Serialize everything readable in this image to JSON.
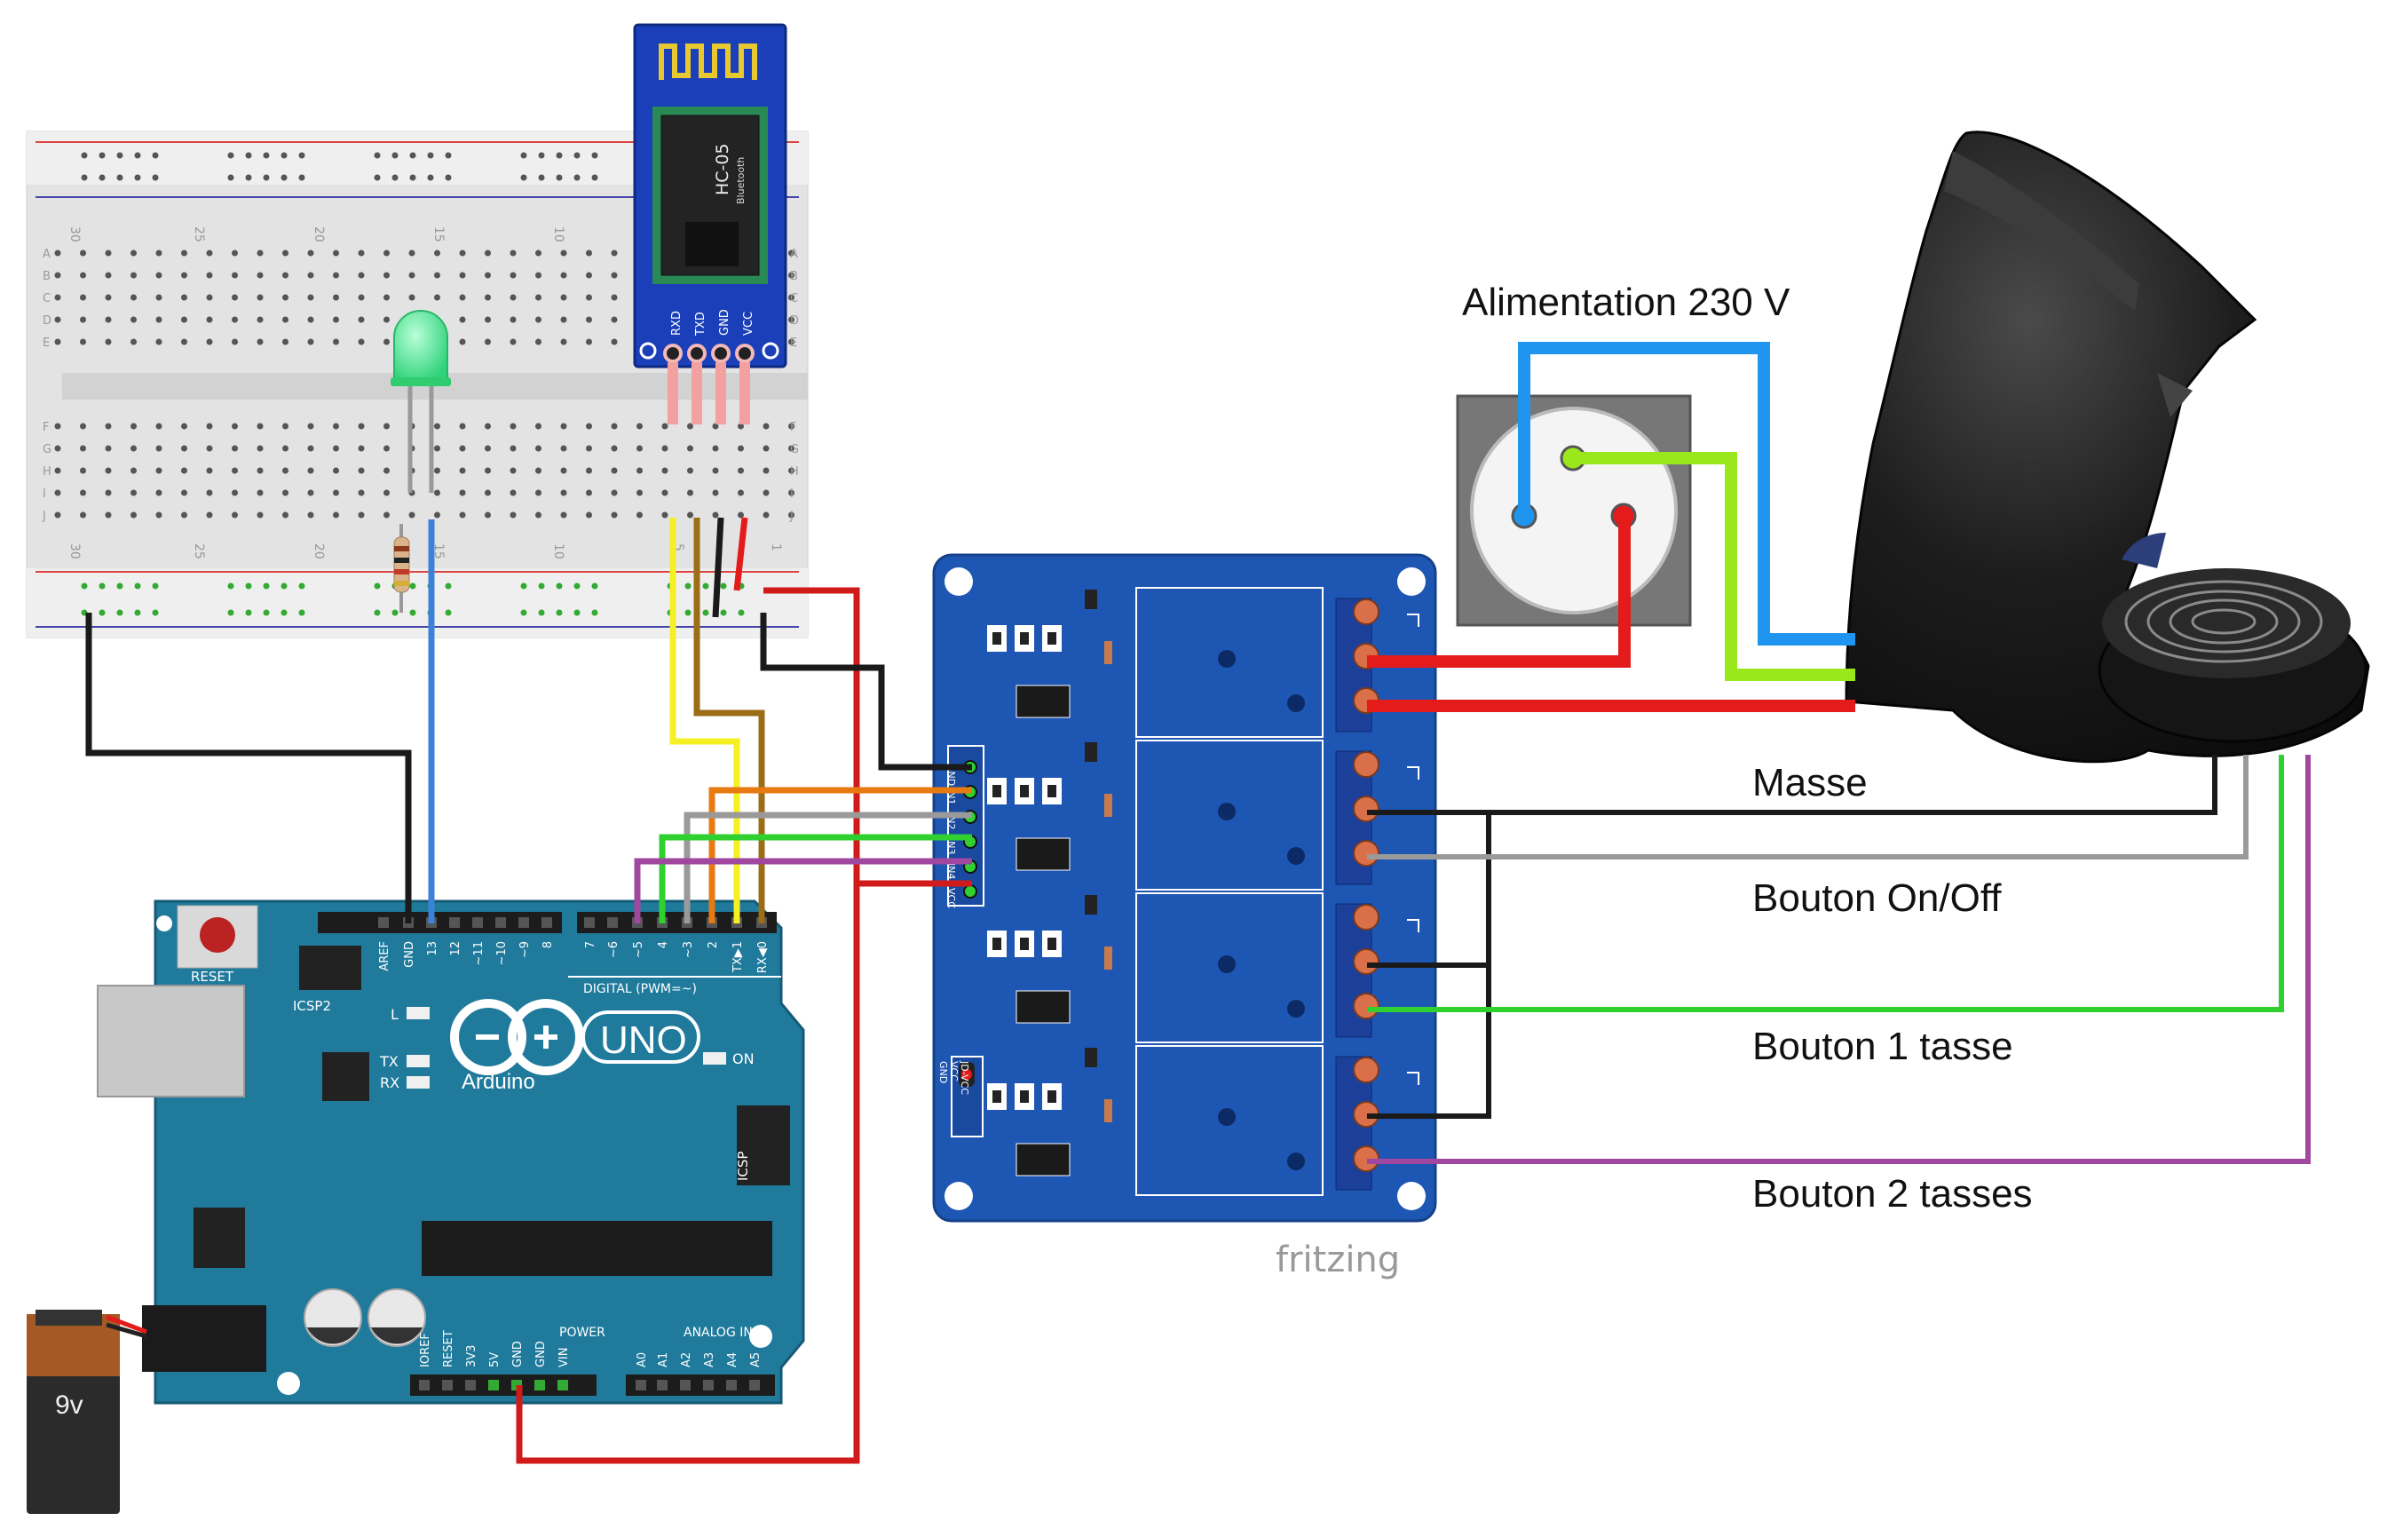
{
  "labels": {
    "power": "Alimentation 230 V",
    "ground": "Masse",
    "on_off": "Bouton On/Off",
    "one_cup": "Bouton 1 tasse",
    "two_cups": "Bouton 2 tasses",
    "watermark": "fritzing"
  },
  "bluetooth": {
    "model": "HC-05",
    "sub": "Bluetooth",
    "pins": [
      "RXD",
      "TXD",
      "GND",
      "VCC"
    ]
  },
  "arduino": {
    "name": "UNO",
    "brand": "Arduino",
    "reset": "RESET",
    "icsp2": "ICSP2",
    "icsp": "ICSP",
    "on": "ON",
    "led_l": "L",
    "tx": "TX",
    "rx": "RX",
    "digital": "DIGITAL (PWM=~)",
    "power": "POWER",
    "analog": "ANALOG IN",
    "top_pins": [
      "AREF",
      "GND",
      "13",
      "12",
      "~11",
      "~10",
      "~9",
      "8",
      "7",
      "~6",
      "~5",
      "4",
      "~3",
      "2",
      "TX▶1",
      "RX◀0"
    ],
    "bottom_pins": [
      "IOREF",
      "RESET",
      "3V3",
      "5V",
      "GND",
      "GND",
      "VIN",
      "A0",
      "A1",
      "A2",
      "A3",
      "A4",
      "A5"
    ]
  },
  "relay": {
    "inputs": [
      "GND",
      "IN1",
      "IN2",
      "IN3",
      "IN4",
      "VCC"
    ],
    "jumper": [
      "GND",
      "VCC",
      "JD-VCC"
    ]
  },
  "battery": {
    "label": "9v"
  },
  "breadboard": {
    "cols_top": [
      "30",
      "25",
      "20",
      "15",
      "10",
      "5",
      "1"
    ],
    "rows_left": [
      "A",
      "B",
      "C",
      "D",
      "E",
      "F",
      "G",
      "H",
      "I",
      "J"
    ]
  },
  "colors": {
    "arduino_board": "#1f7a9c",
    "relay_board": "#1e56b4",
    "bt_board": "#1a3fb8",
    "wire_red": "#e41b1b",
    "wire_blue": "#1f95f0",
    "wire_green": "#2fd02f",
    "wire_yellowgreen": "#9ae81c",
    "wire_gray": "#9a9a9a",
    "wire_purple": "#a048a0",
    "wire_orange": "#e87a12",
    "wire_yellow": "#f4f024",
    "wire_brown": "#9b6d17",
    "wire_black": "#1a1a1a",
    "led_green": "#36e07e"
  }
}
